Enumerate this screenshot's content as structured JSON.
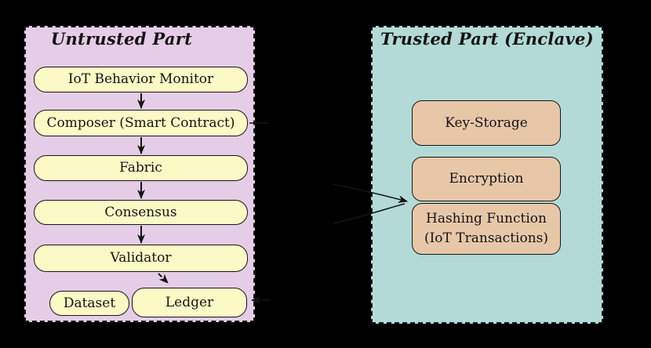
{
  "canvas": {
    "background_color": "#000000"
  },
  "untrusted": {
    "title": "Untrusted Part",
    "panel_color": "#e5cde7",
    "node_color": "#fbf9c6",
    "nodes": [
      {
        "label": "IoT Behavior Monitor"
      },
      {
        "label": "Composer (Smart Contract)"
      },
      {
        "label": "Fabric"
      },
      {
        "label": "Consensus"
      },
      {
        "label": "Validator"
      },
      {
        "label": "Dataset"
      },
      {
        "label": "Ledger"
      }
    ]
  },
  "trusted": {
    "title": "Trusted Part (Enclave)",
    "panel_color": "#b3dad6",
    "node_color": "#e8c7a9",
    "nodes": [
      {
        "label": "Key-Storage"
      },
      {
        "label": "Encryption"
      },
      {
        "label_line1": "Hashing Function",
        "label_line2": "(IoT Transactions)"
      }
    ]
  },
  "edges": [
    {
      "from": "IoT Behavior Monitor",
      "to": "Composer (Smart Contract)",
      "style": "solid-arrow"
    },
    {
      "from": "Composer (Smart Contract)",
      "to": "Fabric",
      "style": "solid-arrow"
    },
    {
      "from": "Fabric",
      "to": "Consensus",
      "style": "solid-arrow"
    },
    {
      "from": "Consensus",
      "to": "Validator",
      "style": "solid-arrow"
    },
    {
      "from": "Validator",
      "to": "Ledger",
      "style": "dashed-arrow"
    },
    {
      "from": "Composer (Smart Contract)",
      "to": "Encryption / Hashing Function",
      "style": "curved-arrow"
    },
    {
      "from": "Hashing Function (IoT Transactions)",
      "to": "Ledger",
      "style": "solid-arrow"
    }
  ],
  "line_color": "#141414"
}
